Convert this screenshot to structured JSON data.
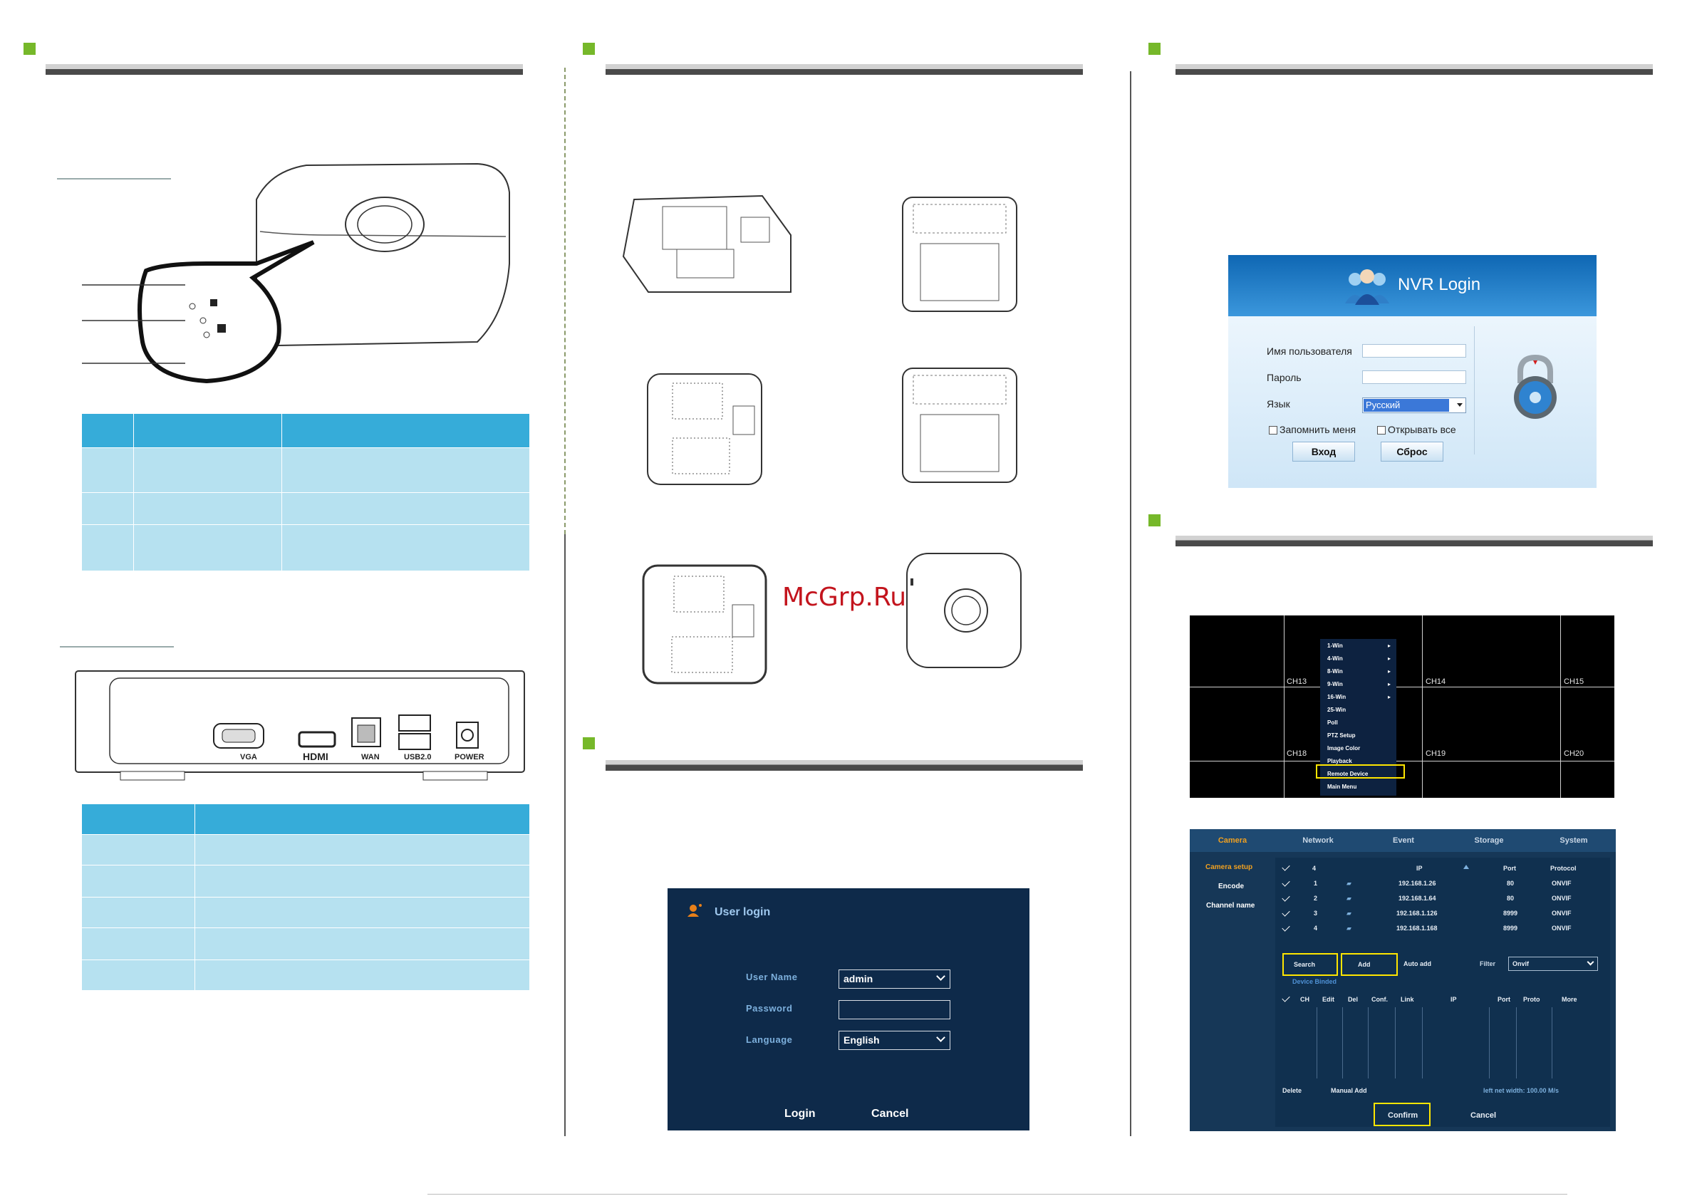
{
  "sections": {
    "s1": {
      "title": ""
    },
    "s2": {
      "title": ""
    },
    "s3": {
      "title": ""
    },
    "s4": {
      "title": ""
    },
    "s5": {
      "title": ""
    }
  },
  "rear_ports": [
    "VGA",
    "HDMI",
    "WAN",
    "USB2.0",
    "POWER"
  ],
  "user_login": {
    "title": "User login",
    "user_name_label": "User Name",
    "user_name_value": "admin",
    "password_label": "Password",
    "language_label": "Language",
    "language_value": "English",
    "login_button": "Login",
    "cancel_button": "Cancel"
  },
  "nvr_login": {
    "title": "NVR Login",
    "username_label": "Имя пользователя",
    "password_label": "Пароль",
    "language_label": "Язык",
    "language_value": "Русский",
    "remember_label": "Запомнить меня",
    "open_all_label": "Открывать все",
    "enter_button": "Вход",
    "reset_button": "Сброс"
  },
  "live_view": {
    "channels": [
      "CH13",
      "CH14",
      "CH15",
      "CH18",
      "CH19",
      "CH20"
    ],
    "menu": [
      "1-Win",
      "4-Win",
      "8-Win",
      "9-Win",
      "16-Win",
      "25-Win",
      "Poll",
      "PTZ Setup",
      "Image Color",
      "Playback",
      "Remote Device",
      "Main Menu"
    ]
  },
  "camera_setup": {
    "tabs": [
      "Camera",
      "Network",
      "Event",
      "Storage",
      "System"
    ],
    "side": [
      "Camera setup",
      "Encode",
      "Channel name"
    ],
    "headers": {
      "count": "4",
      "ip": "IP",
      "port": "Port",
      "protocol": "Protocol"
    },
    "rows": [
      {
        "n": "1",
        "ip": "192.168.1.26",
        "port": "80",
        "proto": "ONVIF"
      },
      {
        "n": "2",
        "ip": "192.168.1.64",
        "port": "80",
        "proto": "ONVIF"
      },
      {
        "n": "3",
        "ip": "192.168.1.126",
        "port": "8999",
        "proto": "ONVIF"
      },
      {
        "n": "4",
        "ip": "192.168.1.168",
        "port": "8999",
        "proto": "ONVIF"
      }
    ],
    "search": "Search",
    "add": "Add",
    "auto_add": "Auto add",
    "filter": "Filter",
    "filter_value": "Onvif",
    "device_binded": "Device Binded",
    "bind_headers": [
      "CH",
      "Edit",
      "Del",
      "Conf.",
      "Link",
      "IP",
      "Port",
      "Proto",
      "More"
    ],
    "delete": "Delete",
    "manual_add": "Manual Add",
    "left_net": "left net width:  100.00 M/s",
    "confirm": "Confirm",
    "cancel": "Cancel"
  },
  "watermark": "McGrp.Ru"
}
